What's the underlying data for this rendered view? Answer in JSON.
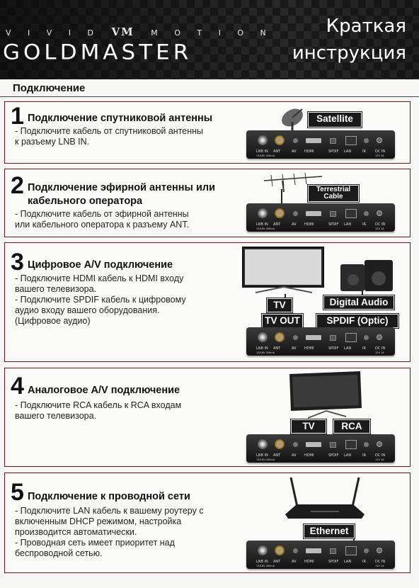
{
  "header": {
    "tagline_left": "V I V I D",
    "tagline_mark": "VM",
    "tagline_right": "M O T I O N",
    "brand": "GOLDMASTER",
    "title_line1": "Краткая",
    "title_line2": "инструкция"
  },
  "section_title": "Подключение",
  "port_labels": {
    "lnb": "LNB IN",
    "lnb_sub": "13/18V 400mA",
    "ant": "ANT",
    "av": "AV",
    "hdmi": "HDMI",
    "spdif": "SPDIF",
    "lan": "LAN",
    "ir": "IR",
    "dc": "DC IN",
    "dc_sub": "12V 1A"
  },
  "steps": [
    {
      "number": "1",
      "heading": "Подключение спутниковой антенны",
      "body": "- Подключите кабель от спутниковой антенны\nк разъему LNB IN.",
      "tags": [
        "Satellite"
      ]
    },
    {
      "number": "2",
      "heading": "Подключение эфирной антенны или\nкабельного оператора",
      "body": "- Подключите кабель от эфирной антенны\nили кабельного оператора к разъему ANT.",
      "tags": [
        "Terrestrial\nCable"
      ]
    },
    {
      "number": "3",
      "heading": "Цифровое A/V подключение",
      "body": "- Подключите HDMI кабель к HDMI входу\nвашего телевизора.\n- Подключите SPDIF кабель к цифровому\nаудио входу вашего оборудования.\n(Цифровое аудио)",
      "tags": [
        "TV",
        "Digital Audio",
        "TV OUT",
        "SPDIF (Optic)"
      ]
    },
    {
      "number": "4",
      "heading": "Аналоговое A/V подключение",
      "body": "- Подключите RCA кабель к RCA входам\nвашего телевизора.",
      "tags": [
        "TV",
        "RCA"
      ]
    },
    {
      "number": "5",
      "heading": "Подключение к проводной сети",
      "body": "- Подключите LAN кабель к вашему роутеру с\nвключенным DHCP режимом, настройка\nпроизводится автоматически.\n- Проводная сеть имеет приоритет над\nбеспроводной сетью.",
      "tags": [
        "Ethernet"
      ]
    }
  ]
}
